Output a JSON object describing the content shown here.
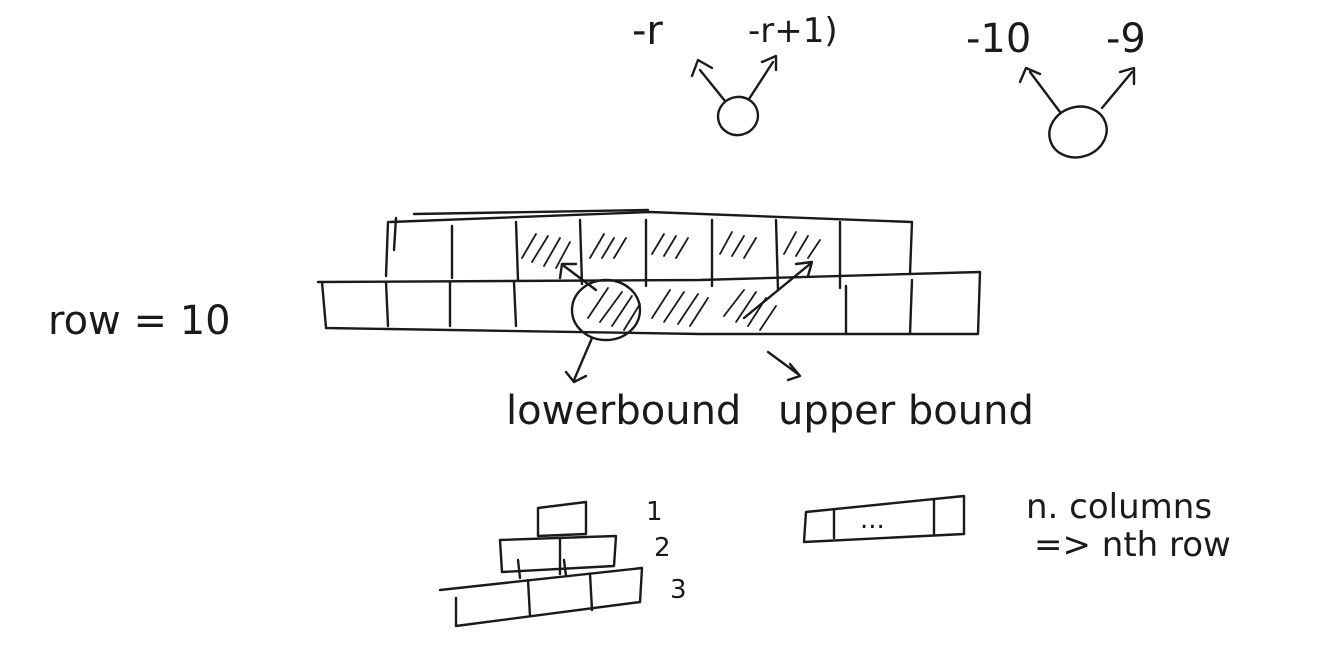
{
  "labels": {
    "neg_r": "-r",
    "neg_r_plus_1": "-r+1)",
    "neg_10": "-10",
    "neg_9": "-9",
    "row_eq": "row = 10",
    "lower_bound": "lowerbound",
    "upper_bound": "upper bound",
    "n_columns": "n. columns",
    "nth_row": "=> nth row",
    "ellipsis": "...",
    "pyramid_1": "1",
    "pyramid_2": "2",
    "pyramid_3": "3"
  },
  "colors": {
    "ink": "#1a1a1a",
    "paper": "#ffffff"
  }
}
